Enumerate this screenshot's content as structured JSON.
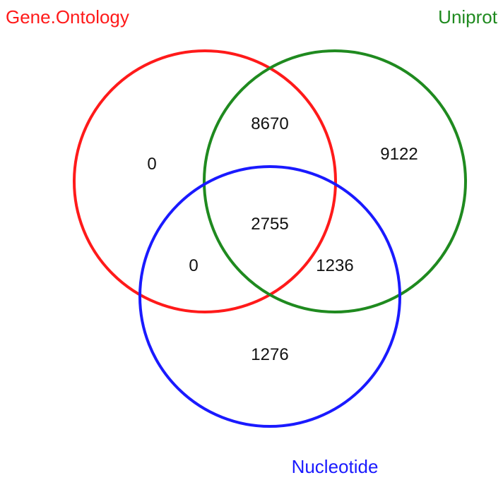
{
  "sets": [
    {
      "key": "go",
      "label": "Gene.Ontology",
      "color": "#ff1a1a"
    },
    {
      "key": "uniprot",
      "label": "Uniprot",
      "color": "#1f8a1f"
    },
    {
      "key": "nucleotide",
      "label": "Nucleotide",
      "color": "#1a1aff"
    }
  ],
  "regions": {
    "go_only": "0",
    "go_uniprot": "8670",
    "uniprot_only": "9122",
    "all_three": "2755",
    "go_nucleotide": "0",
    "uniprot_nucleotide": "1236",
    "nucleotide_only": "1276"
  }
}
